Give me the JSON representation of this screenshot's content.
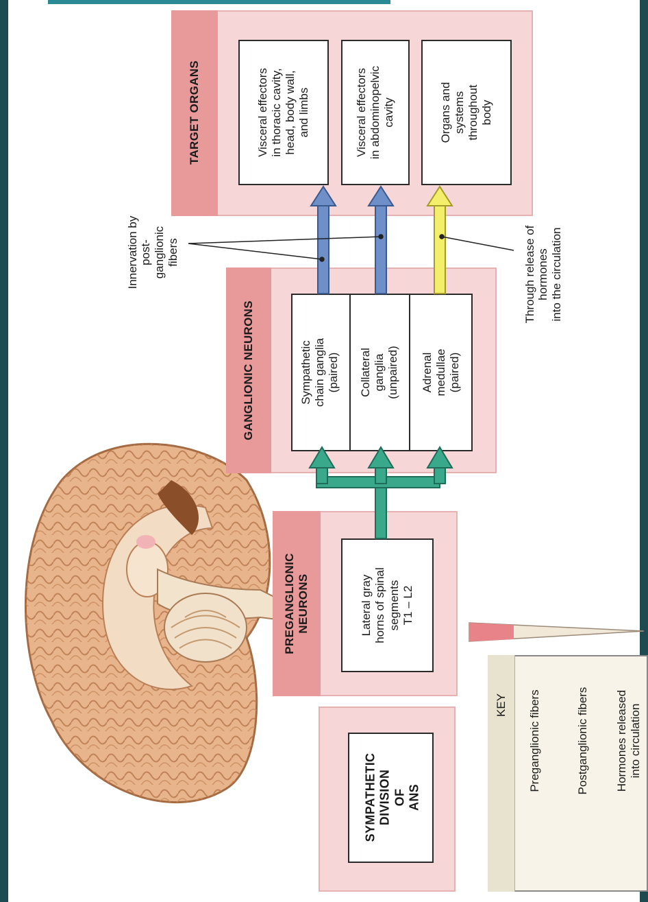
{
  "title": {
    "line1": "SYMPATHETIC",
    "line2": "DIVISION",
    "line3": "OF",
    "line4": "ANS"
  },
  "headers": {
    "preganglionic": "PREGANGLIONIC\nNEURONS",
    "ganglionic": "GANGLIONIC NEURONS",
    "target": "TARGET ORGANS"
  },
  "preganglionic_box": {
    "text": "Lateral gray\nhorns of spinal\nsegments",
    "segments": "T1 – L2"
  },
  "ganglia": [
    {
      "label": "Sympathetic\nchain ganglia\n(paired)"
    },
    {
      "label": "Collateral\nganglia\n(unpaired)"
    },
    {
      "label": "Adrenal\nmedullae\n(paired)"
    }
  ],
  "targets": [
    {
      "label": "Visceral effectors\nin thoracic cavity,\nhead, body wall,\nand limbs"
    },
    {
      "label": "Visceral effectors\nin abdominopelvic\ncavity"
    },
    {
      "label": "Organs and\nsystems\nthroughout\nbody"
    }
  ],
  "annotations": {
    "innervation": "Innervation by\npost-\nganglionic\nfibers",
    "hormones": "Through release of\nhormones\ninto the circulation"
  },
  "key": {
    "title": "KEY",
    "items": [
      {
        "label": "Preganglionic fibers",
        "color": "#3aa88a"
      },
      {
        "label": "Postganglionic fibers",
        "color": "#6e8fc7"
      },
      {
        "label": "Hormones released\ninto circulation",
        "color": "#f3ef6a"
      }
    ]
  },
  "colors": {
    "panel": "#f6d6d6",
    "header": "#e89a9a",
    "preganglionic_arrow": "#3aa88a",
    "postganglionic_arrow": "#6e8fc7",
    "hormone_arrow": "#f3ef6a"
  }
}
